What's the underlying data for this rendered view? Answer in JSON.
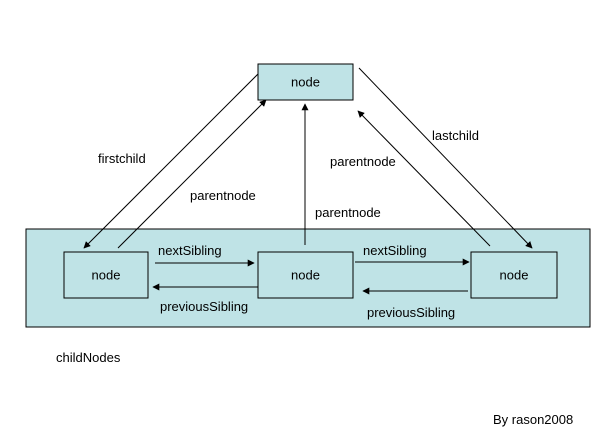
{
  "nodes": {
    "top": "node",
    "left": "node",
    "middle": "node",
    "right": "node"
  },
  "edges": {
    "firstchild": "firstchild",
    "parentnode_left": "parentnode",
    "parentnode_middle": "parentnode",
    "parentnode_right": "parentnode",
    "lastchild": "lastchild",
    "next_sibling_1": "nextSibling",
    "next_sibling_2": "nextSibling",
    "previous_sibling_1": "previousSibling",
    "previous_sibling_2": "previousSibling"
  },
  "group_label": "childNodes",
  "credit": "By rason2008",
  "colors": {
    "box_fill": "#bfe3e6",
    "stroke": "#000000"
  }
}
